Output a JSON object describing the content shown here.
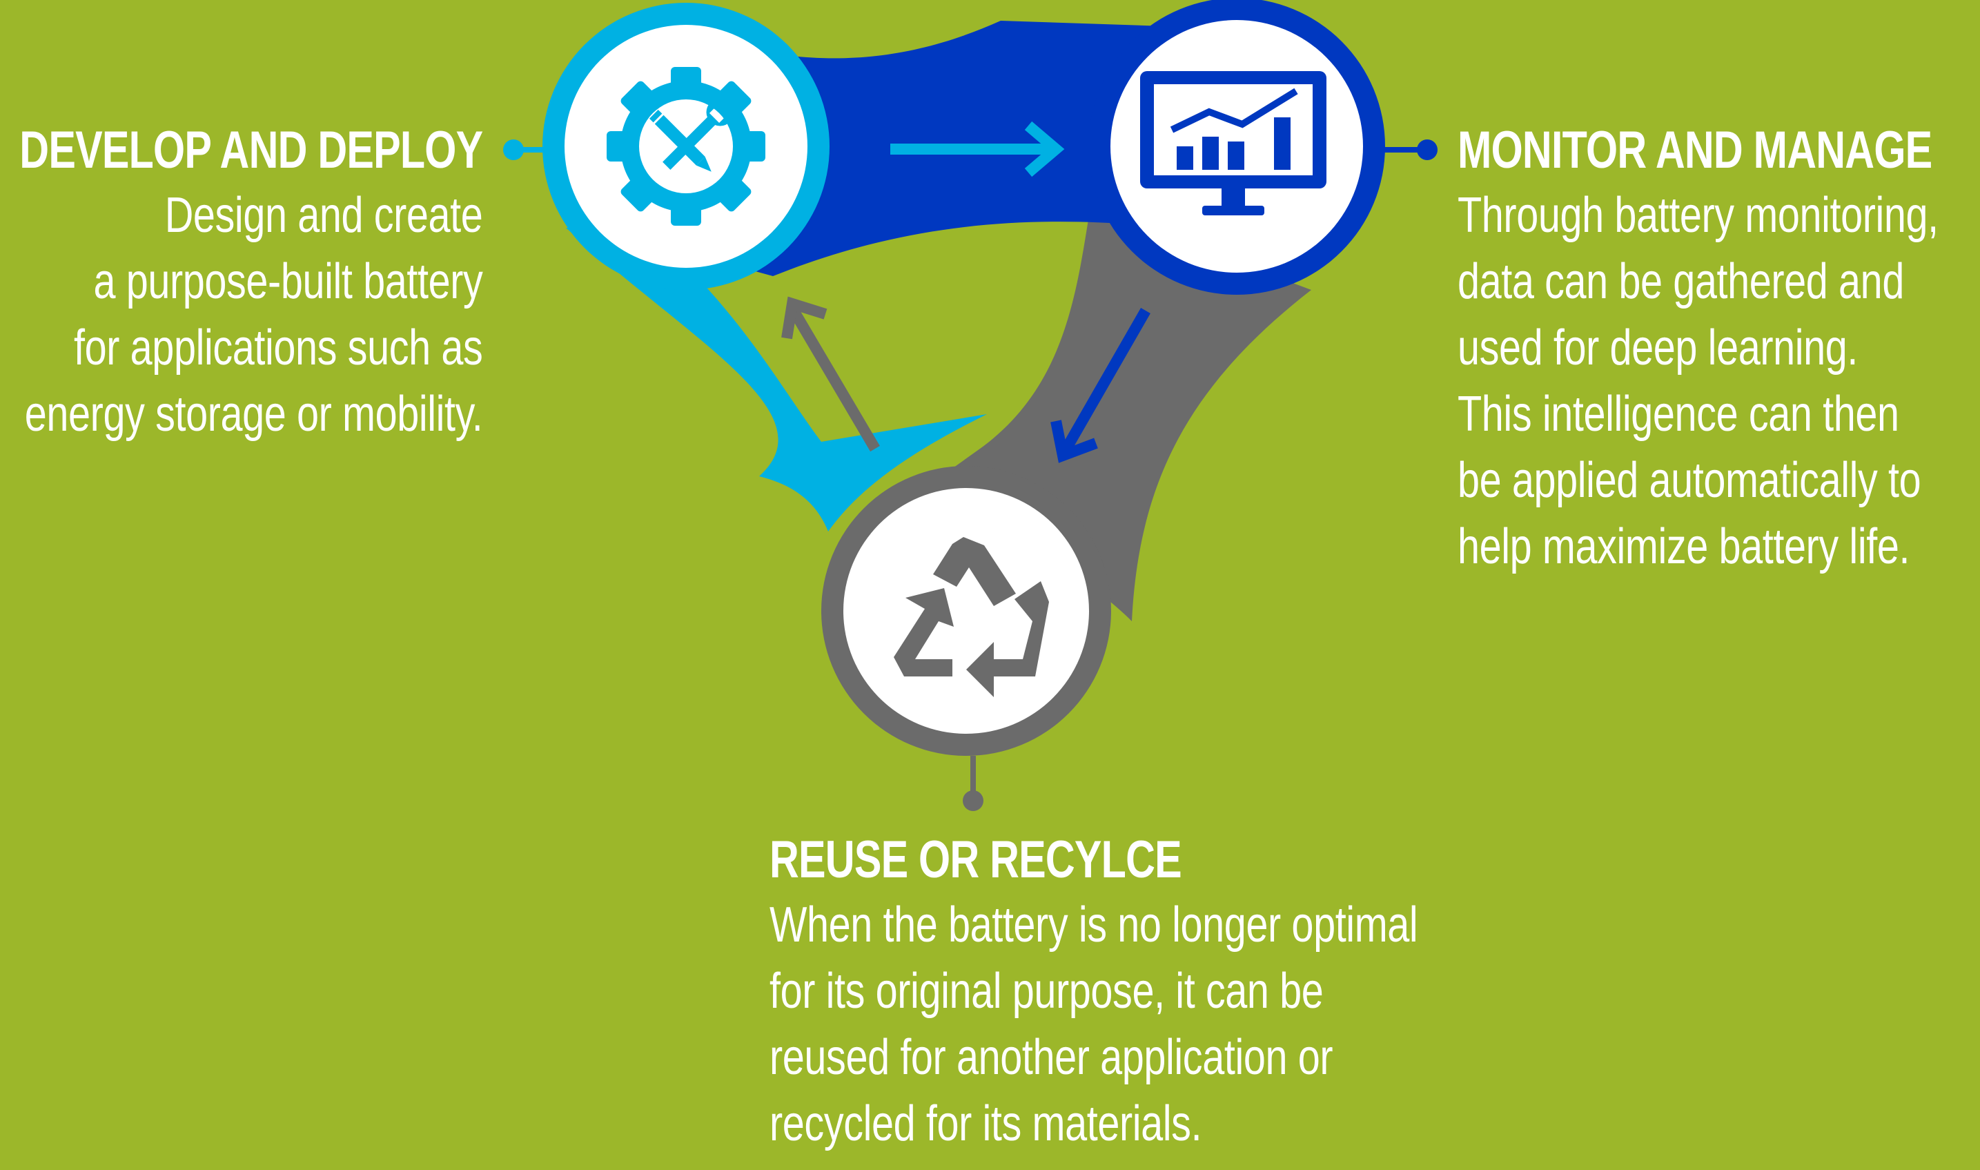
{
  "colors": {
    "background": "#9cb72a",
    "light_blue": "#00b1e3",
    "dark_blue": "#0038c0",
    "gray": "#6b6b6b",
    "white": "#ffffff"
  },
  "steps": [
    {
      "id": "develop",
      "title": "DEVELOP AND DEPLOY",
      "lines": [
        "Design and create",
        "a purpose-built battery",
        "for applications such as",
        "energy storage or mobility."
      ],
      "icon": "gear-wrench-pencil-icon"
    },
    {
      "id": "monitor",
      "title": "MONITOR AND MANAGE",
      "lines": [
        "Through battery monitoring,",
        "data can be gathered and",
        "used for deep learning.",
        "This intelligence can then",
        "be applied automatically to",
        "help maximize battery life."
      ],
      "icon": "monitor-chart-icon"
    },
    {
      "id": "recycle",
      "title": "REUSE OR RECYLCE",
      "lines": [
        "When the battery is no longer optimal",
        "for its original purpose, it can be",
        "reused for another application or",
        "recycled for its materials."
      ],
      "icon": "recycle-icon"
    }
  ]
}
